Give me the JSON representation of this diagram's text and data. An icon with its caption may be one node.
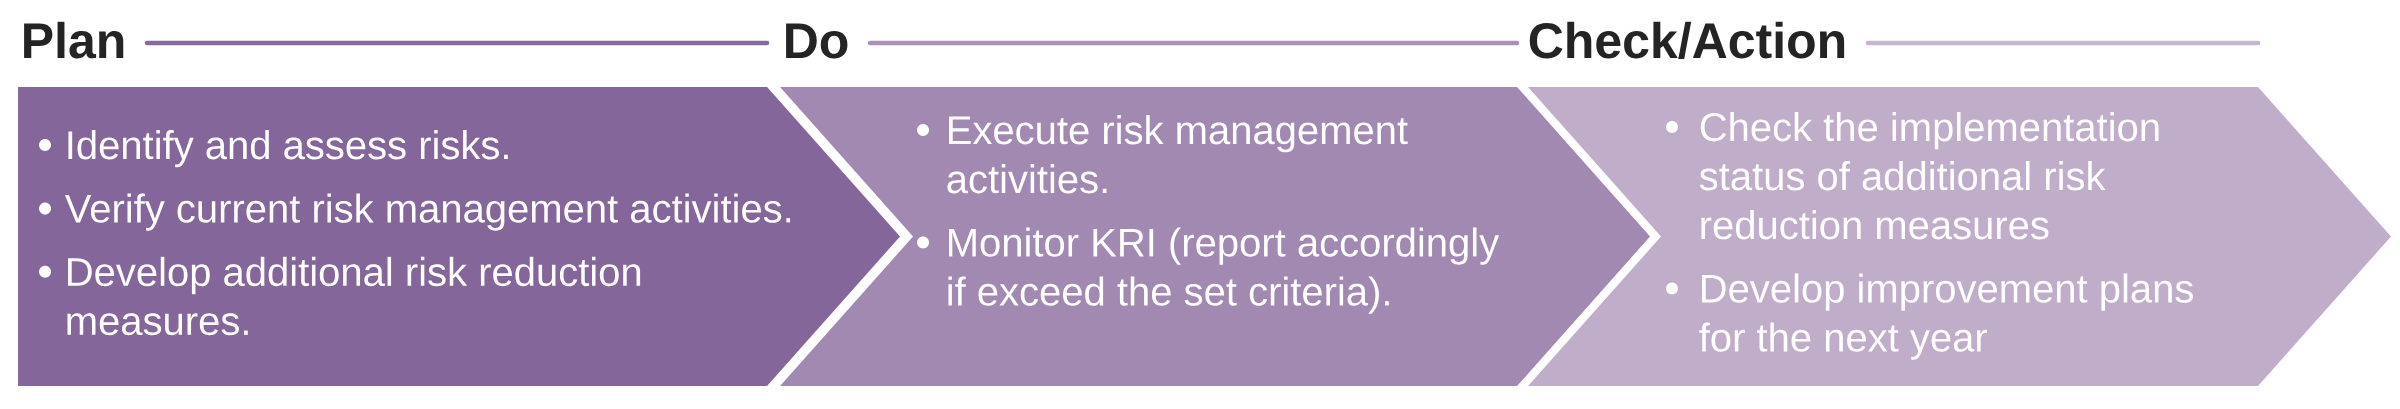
{
  "diagram": {
    "nodes": [
      {
        "text": [
          "Plan",
          "Identify and assess risks.",
          "Verify current risk management activities.",
          "Develop additional risk reduction measures."
        ]
      },
      {
        "text": [
          "Do",
          "Execute risk management activities.",
          "Monitor KRI (report accordingly if exceed the set criteria)."
        ]
      },
      {
        "text": [
          "Check/Action",
          "Check the implementation status of additional risk reduction measures",
          "Develop improvement plans for the next year"
        ]
      }
    ]
  }
}
